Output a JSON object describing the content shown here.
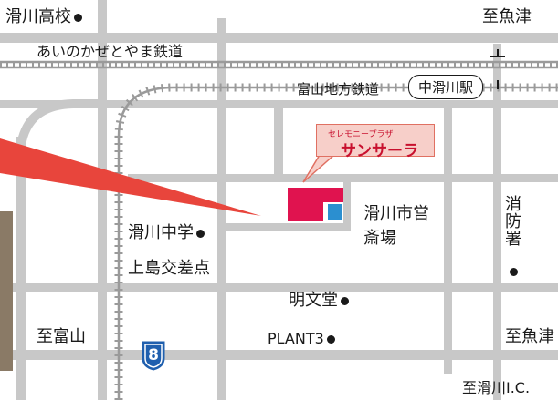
{
  "colors": {
    "road": "#c8c8c8",
    "rail": "#9a9a9a",
    "target": "#e0134f",
    "accent_blue": "#2b8fd0",
    "callout_fill": "#f7cfc9",
    "pointer": "#e8453c",
    "route_sign": "#1f5fae"
  },
  "labels": {
    "namerikawa_hs": "滑川高校",
    "to_uozu_top": "至魚津",
    "ainokaze_line": "あいのかぜとやま鉄道",
    "toyama_chiho_line": "富山地方鉄道",
    "naka_namerikawa_station": "中滑川駅",
    "namerikawa_jhs": "滑川中学",
    "kamijima_intersection": "上島交差点",
    "crematorium_line1": "滑川市営",
    "crematorium_line2": "斎場",
    "fire_station": "消防署",
    "meibundo": "明文堂",
    "plant3": "PLANT3",
    "to_toyama": "至富山",
    "to_uozu_bottom": "至魚津",
    "to_namerikawa_ic": "至滑川I.C."
  },
  "callout": {
    "sub": "セレモニープラザ",
    "main": "サンサーラ"
  },
  "route": {
    "number": "8"
  },
  "icons": {
    "target": "building-marker-icon",
    "crematorium": "square-marker-icon",
    "landmark": "dot-marker-icon",
    "route": "national-route-shield-icon"
  }
}
